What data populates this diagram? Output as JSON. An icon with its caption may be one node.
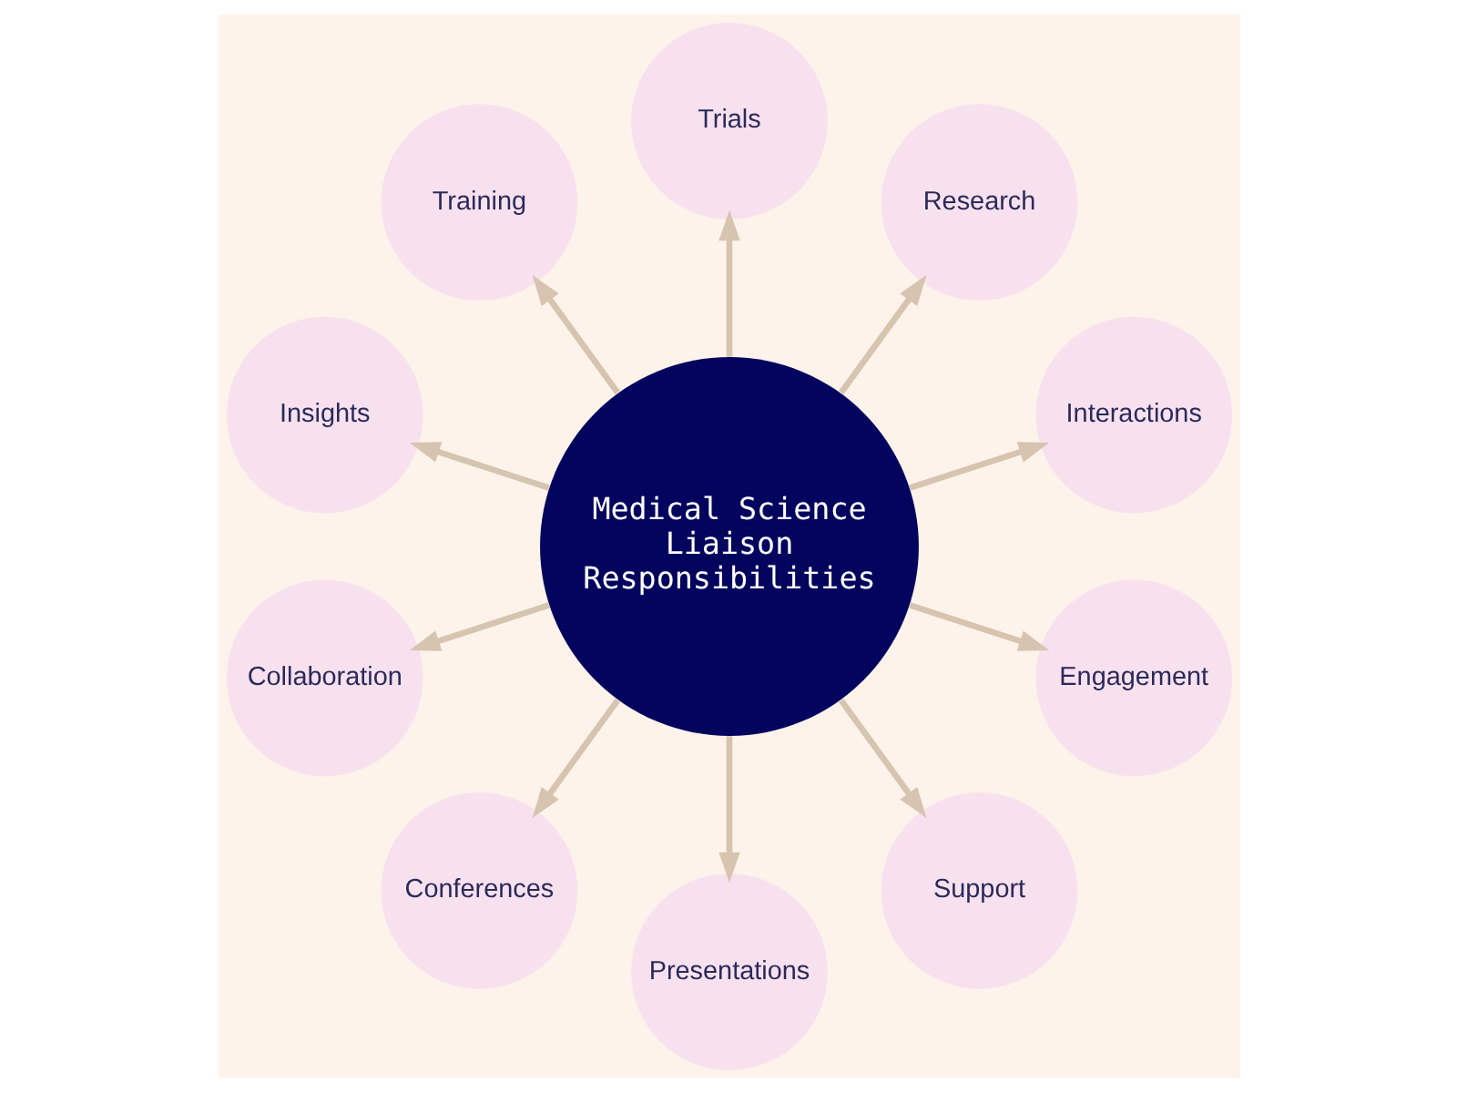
{
  "diagram": {
    "nodes": [
      {
        "text": [
          "Medical Science Liaison Responsibilities"
        ]
      },
      {
        "text": [
          "Interactions"
        ]
      },
      {
        "text": [
          "Research"
        ]
      },
      {
        "text": [
          "Trials"
        ]
      },
      {
        "text": [
          "Training"
        ]
      },
      {
        "text": [
          "Insights"
        ]
      },
      {
        "text": [
          "Collaboration"
        ]
      },
      {
        "text": [
          "Conferences"
        ]
      },
      {
        "text": [
          "Presentations"
        ]
      },
      {
        "text": [
          "Support"
        ]
      },
      {
        "text": [
          "Engagement"
        ]
      }
    ],
    "edges": [
      {
        "from": 0,
        "to": 1,
        "arrow": "to"
      },
      {
        "from": 0,
        "to": 2,
        "arrow": "to"
      },
      {
        "from": 0,
        "to": 3,
        "arrow": "to"
      },
      {
        "from": 0,
        "to": 4,
        "arrow": "to"
      },
      {
        "from": 0,
        "to": 5,
        "arrow": "to"
      },
      {
        "from": 0,
        "to": 6,
        "arrow": "to"
      },
      {
        "from": 0,
        "to": 7,
        "arrow": "to"
      },
      {
        "from": 0,
        "to": 8,
        "arrow": "to"
      },
      {
        "from": 0,
        "to": 9,
        "arrow": "to"
      },
      {
        "from": 0,
        "to": 10,
        "arrow": "to"
      }
    ]
  }
}
